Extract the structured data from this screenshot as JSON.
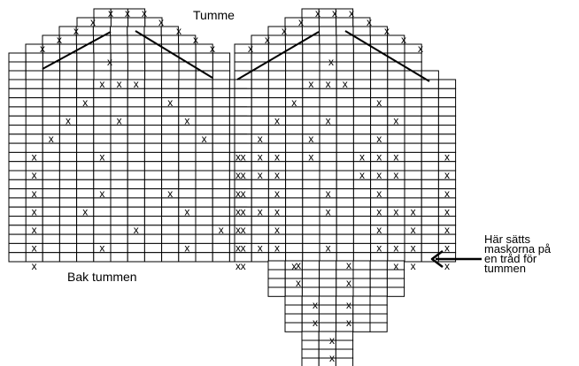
{
  "labels": {
    "title": "Tumme",
    "back": "Bak tummen",
    "note_lines": [
      "Här sätts",
      "maskorna på",
      "en tråd för",
      "tummen"
    ]
  },
  "symbol": "x",
  "colors": {
    "grid": "#000000",
    "background": "#ffffff"
  },
  "pattern": {
    "left_rows": [
      "....XXX....",
      "...X....X..",
      "..X..X...X.",
      ".X........X.",
      "X...X.......X",
      "X...........X",
      "X...X...X...X",
      "X..X.....X..X",
      "X.....X....XX",
      "X...X....X..X",
      "X...........X"
    ],
    "right_rows": [
      "....XXX....",
      "...X....X..",
      "..X..X...X.",
      ".X..X...X...",
      "XXX.X..XXX..X",
      "XXX....XXX..X",
      "X.X..X..X...X",
      "XXX..X..XXX.X",
      "X.X.....X.X.X",
      "XXX..X..XXX.X",
      "X..X.....XX.X"
    ]
  }
}
